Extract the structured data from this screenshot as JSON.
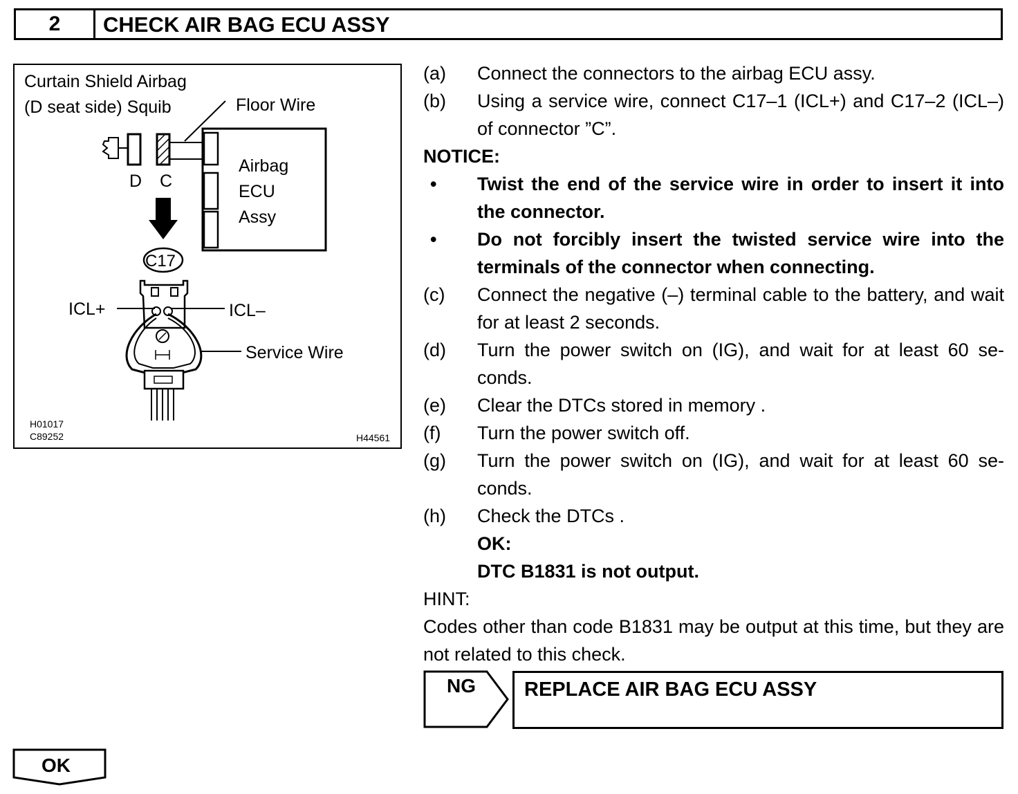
{
  "header": {
    "step_number": "2",
    "title": "CHECK AIR BAG ECU ASSY"
  },
  "figure": {
    "squib_label_line1": "Curtain Shield Airbag",
    "squib_label_line2": "(D seat side) Squib",
    "floor_wire": "Floor Wire",
    "connector_d": "D",
    "connector_c": "C",
    "ecu_line1": "Airbag",
    "ecu_line2": "ECU",
    "ecu_line3": "Assy",
    "connector_id": "C17",
    "icl_plus": "ICL+",
    "icl_minus": "ICL–",
    "service_wire": "Service Wire",
    "ref_code1": "H01017",
    "ref_code2": "C89252",
    "ref_code3": "H44561"
  },
  "steps": {
    "a": {
      "label": "(a)",
      "text": "Connect the connectors to the airbag ECU assy."
    },
    "b": {
      "label": "(b)",
      "text": "Using a service wire, connect C17–1 (ICL+) and C17–2 (ICL–) of connector ”C”."
    },
    "notice_title": "NOTICE:",
    "notice": [
      {
        "bullet": "•",
        "text": "Twist the end of the service wire in order to insert it into the connector."
      },
      {
        "bullet": "•",
        "text": "Do not forcibly insert the twisted service wire into the terminals of the connector when connecting."
      }
    ],
    "c": {
      "label": "(c)",
      "text": "Connect the negative (–) terminal cable to the battery, and wait for at least 2 seconds."
    },
    "d": {
      "label": "(d)",
      "text": "Turn the power switch on (IG), and wait for at least 60 se-conds."
    },
    "e": {
      "label": "(e)",
      "text": "Clear the DTCs stored in memory ."
    },
    "f": {
      "label": "(f)",
      "text": "Turn the power switch off."
    },
    "g": {
      "label": "(g)",
      "text": "Turn the power switch on (IG), and wait for at least 60 se-conds."
    },
    "h": {
      "label": "(h)",
      "text": "Check the DTCs ."
    },
    "ok_title": "OK:",
    "ok_text": "DTC B1831 is not output.",
    "hint_title": "HINT:",
    "hint_text": "Codes other than code B1831 may be output at this time, but they are not related to this check."
  },
  "result": {
    "ng_label": "NG",
    "ng_action": "REPLACE AIR BAG ECU ASSY",
    "ok_label": "OK"
  }
}
